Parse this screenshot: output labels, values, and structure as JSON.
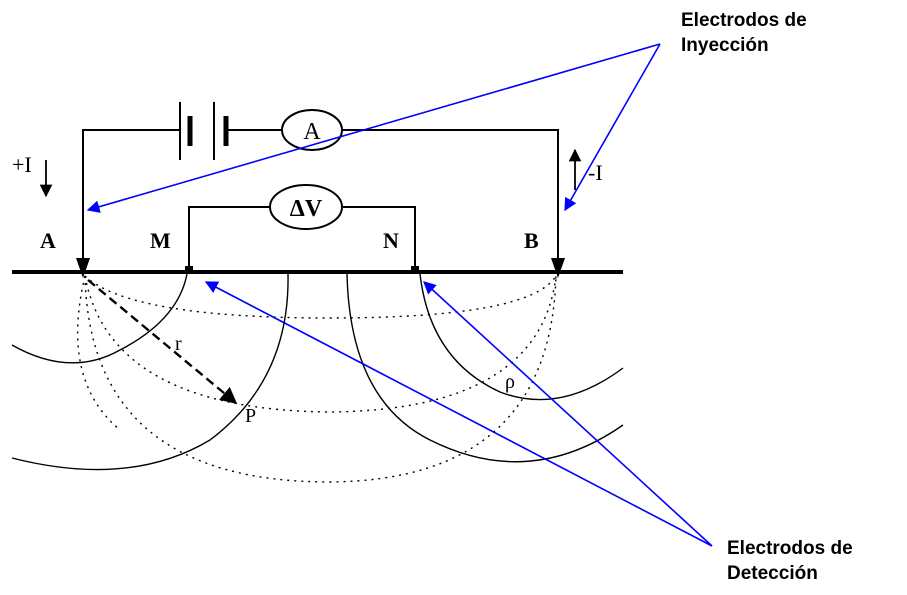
{
  "callouts": {
    "injection": {
      "line1": "Electrodos de",
      "line2": "Inyección"
    },
    "detection": {
      "line1": "Electrodos de",
      "line2": "Detección"
    }
  },
  "electrodes": {
    "a": "A",
    "b": "B",
    "m": "M",
    "n": "N"
  },
  "meters": {
    "ammeter": "A",
    "voltmeter": "ΔV"
  },
  "currents": {
    "plus": "+I",
    "minus": "-I"
  },
  "symbols": {
    "radius": "r",
    "point": "P",
    "resistivity": "ρ"
  },
  "colors": {
    "pointer": "#0000ff",
    "ink": "#000000"
  }
}
